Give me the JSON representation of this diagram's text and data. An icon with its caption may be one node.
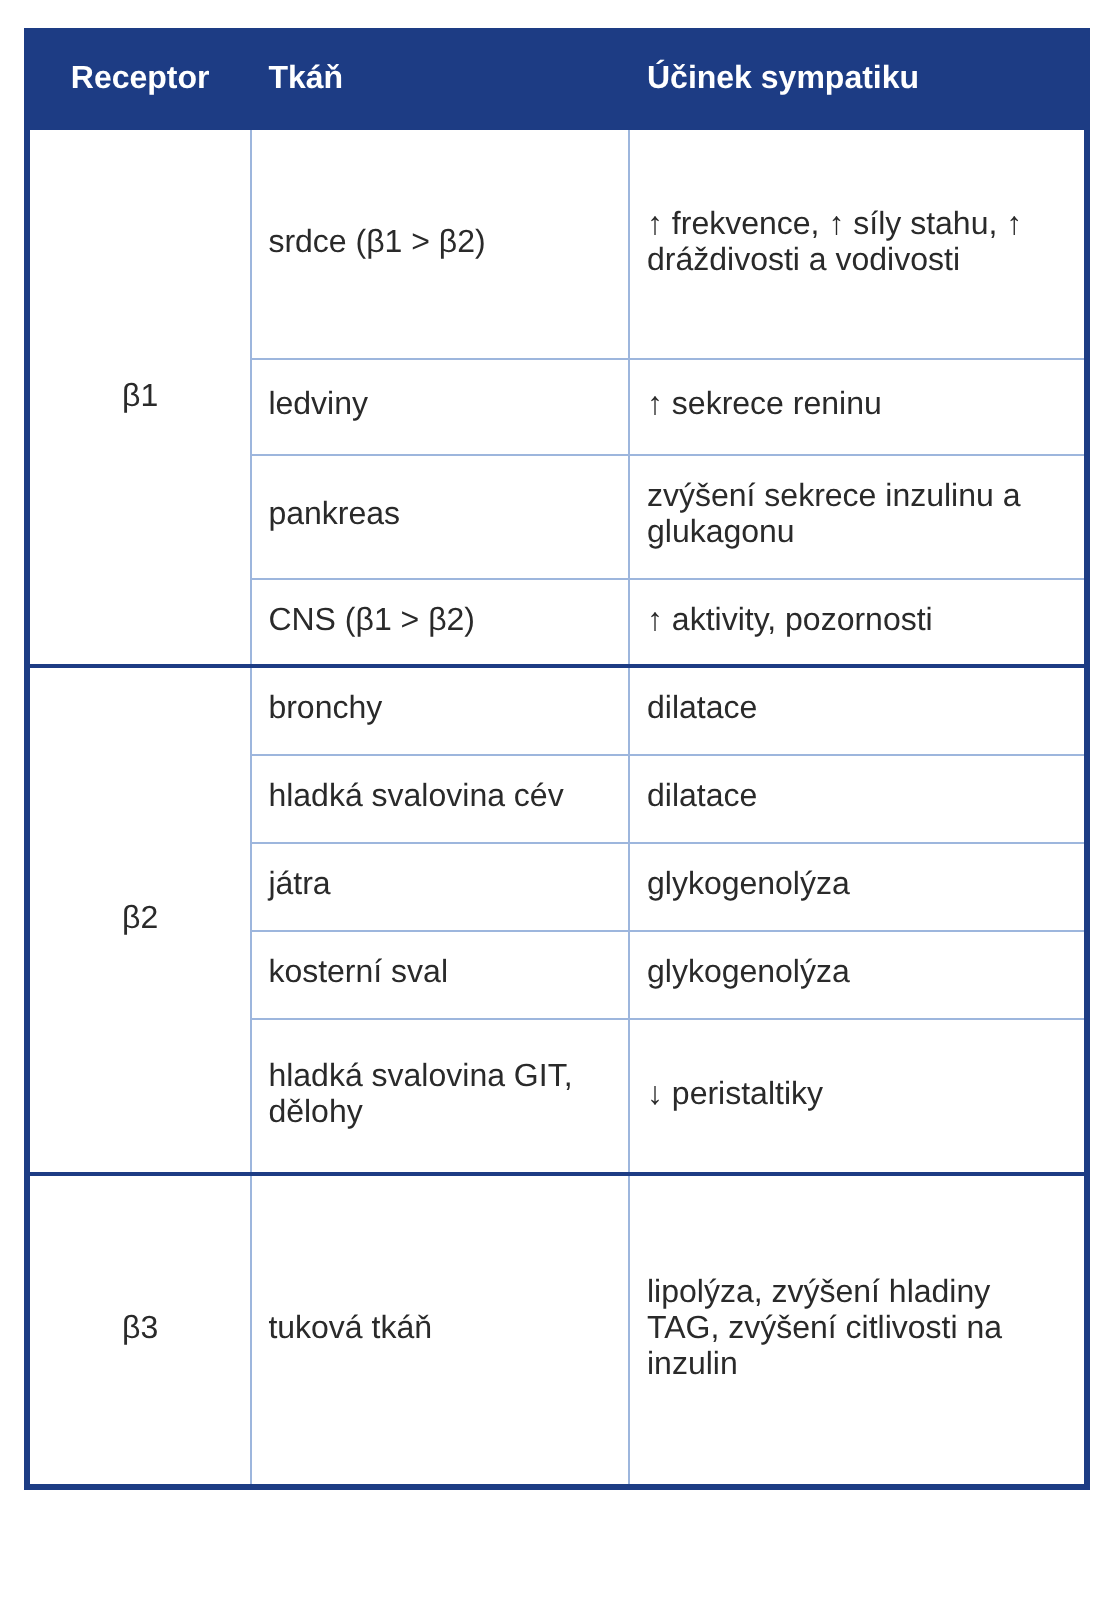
{
  "diagram": {
    "labels": [
      "Receptor",
      "Tkáň",
      "Účinek sympatiku",
      "β1",
      "srdce (β1 > β2)",
      "↑ frekvence, ↑ síly stahu, ↑ dráždivosti a vodivosti",
      "ledviny",
      "↑ sekrece reninu",
      "pankreas",
      "zvýšení sekrece inzulinu a glukagonu",
      "CNS (β1 > β2)",
      "↑ aktivity, pozornosti",
      "β2",
      "bronchy",
      "dilatace",
      "hladká svalovina cév",
      "dilatace",
      "játra",
      "glykogenolýza",
      "kosterní sval",
      "glykogenolýza",
      "hladká svalovina GIT, dělohy",
      "↓ peristaltiky",
      "β3",
      "tuková tkáň",
      "lipolýza, zvýšení hladiny TAG, zvýšení citlivosti na inzulin"
    ]
  }
}
